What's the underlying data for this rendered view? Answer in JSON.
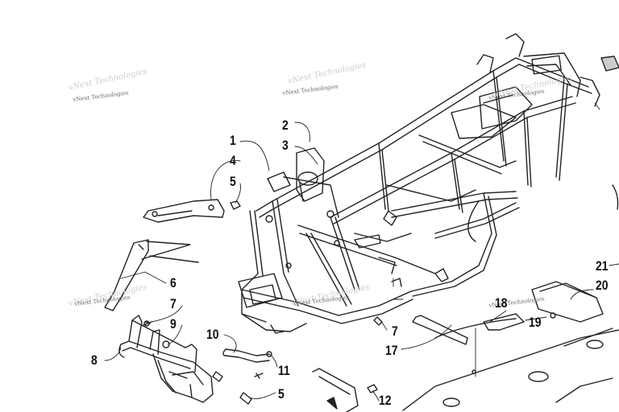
{
  "callouts": [
    "1",
    "2",
    "3",
    "4",
    "5",
    "6",
    "7",
    "8",
    "9",
    "10",
    "11",
    "5",
    "7",
    "17",
    "18",
    "19",
    "20",
    "21",
    "12"
  ],
  "watermark": "vNext Technologies",
  "colors": {
    "ink": "#111111",
    "line": "#222222",
    "watermark": "#6b6b6b",
    "background": "#ffffff"
  }
}
